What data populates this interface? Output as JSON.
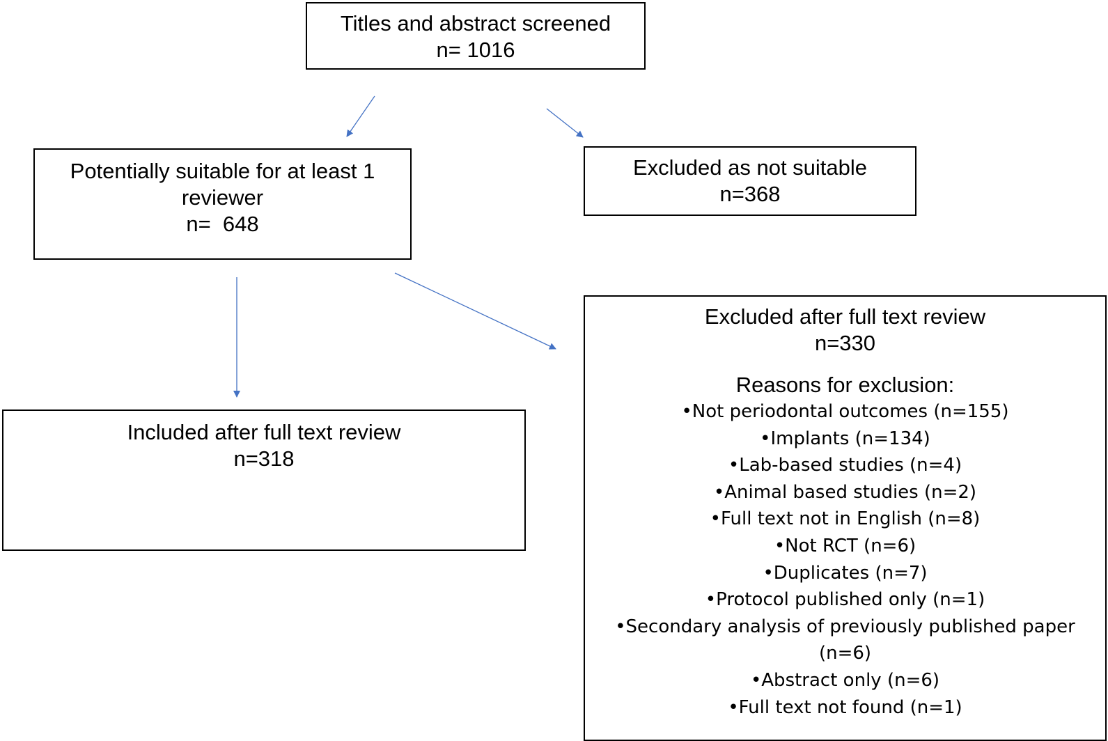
{
  "boxes": {
    "screened": {
      "title": "Titles and abstract screened",
      "count": "n= 1016"
    },
    "potential": {
      "title_line1": "Potentially suitable for at least 1",
      "title_line2": "reviewer",
      "count": "n=  648"
    },
    "excluded_not_suitable": {
      "title": "Excluded as not suitable",
      "count": "n=368"
    },
    "included": {
      "title": "Included after full text review",
      "count": "n=318"
    },
    "excluded_full_text": {
      "title": "Excluded after full text review",
      "count": "n=330",
      "reasons_title": "Reasons for exclusion:",
      "reasons": [
        "•Not periodontal outcomes (n=155)",
        "•Implants (n=134)",
        "•Lab-based studies (n=4)",
        "•Animal based studies (n=2)",
        "•Full text not in English (n=8)",
        "•Not RCT (n=6)",
        "•Duplicates (n=7)",
        "•Protocol published only (n=1)",
        "•Secondary analysis of previously published paper",
        "(n=6)",
        "•Abstract only (n=6)",
        "•Full text not found (n=1)"
      ]
    }
  },
  "colors": {
    "arrow": "#4472c4",
    "border": "#000000"
  }
}
